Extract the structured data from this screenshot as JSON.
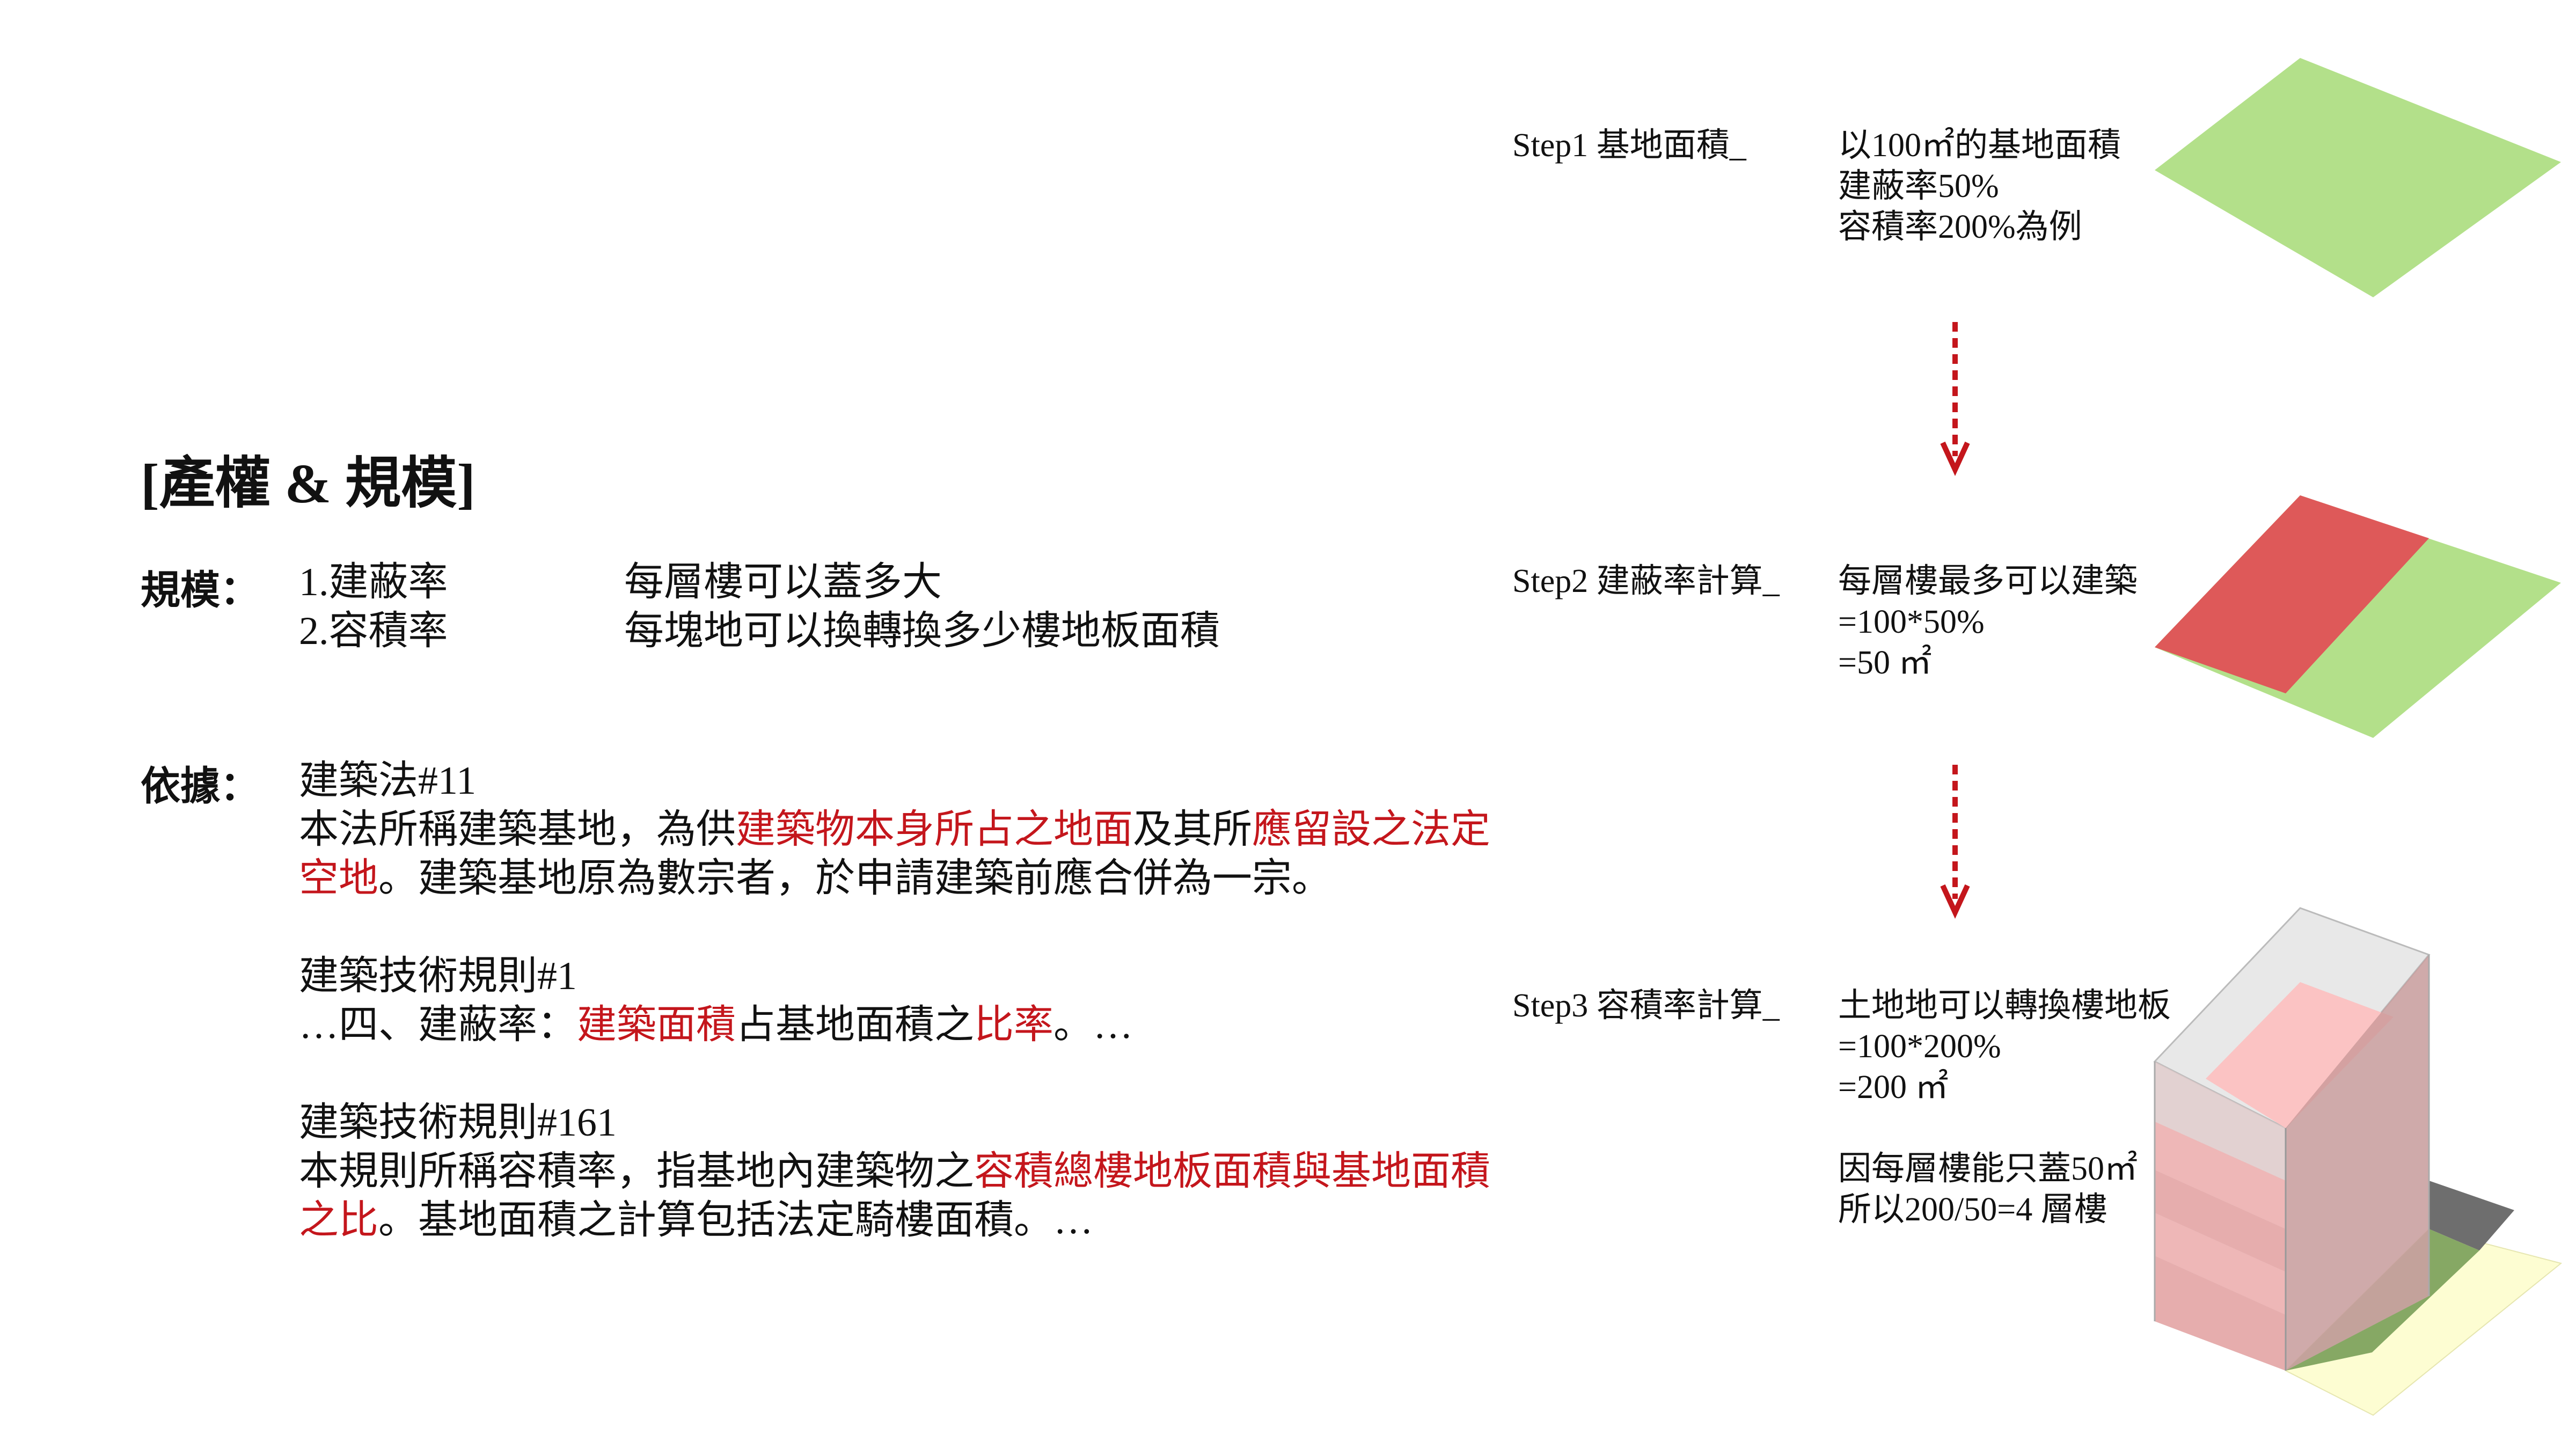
{
  "title": "[產權 & 規模]",
  "scale": {
    "label": "規模：",
    "items": [
      {
        "name": "1.建蔽率",
        "desc": "每層樓可以蓋多大"
      },
      {
        "name": "2.容積率",
        "desc": "每塊地可以換轉換多少樓地板面積"
      }
    ]
  },
  "basis": {
    "label": "依據：",
    "law11": {
      "heading": "建築法#11",
      "l1a": "本法所稱建築基地，為供",
      "l1b": "建築物本身所占之地面",
      "l1c": "及其所",
      "l1d": "應留設之法定",
      "l2a": "空地",
      "l2b": "。建築基地原為數宗者，於申請建築前應合併為一宗。"
    },
    "rule1": {
      "heading": "建築技術規則#1",
      "a": "…四、建蔽率：",
      "b": "建築面積",
      "c": "占基地面積之",
      "d": "比率",
      "e": "。…"
    },
    "rule161": {
      "heading": "建築技術規則#161",
      "l1a": "本規則所稱容積率，指基地內建築物之",
      "l1b": "容積總樓地板面積與基地面積",
      "l2a": "之比",
      "l2b": "。基地面積之計算包括法定騎樓面積。…"
    }
  },
  "steps": [
    {
      "label": "Step1 基地面積_",
      "lines": [
        "以100㎡的基地面積",
        "建蔽率50%",
        "容積率200%為例"
      ]
    },
    {
      "label": "Step2 建蔽率計算_",
      "lines": [
        "每層樓最多可以建築",
        "=100*50%",
        "=50 ㎡"
      ]
    },
    {
      "label": "Step3 容積率計算_",
      "lines": [
        "土地地可以轉換樓地板",
        "=100*200%",
        "=200 ㎡",
        "",
        "因每層樓能只蓋50㎡",
        "所以200/50=4 層樓"
      ]
    }
  ],
  "colors": {
    "accent_red": "#c4161c",
    "site_green": "#b3e08a",
    "coverage_red": "#de5959",
    "floor_pink": "#f0b4b4"
  }
}
